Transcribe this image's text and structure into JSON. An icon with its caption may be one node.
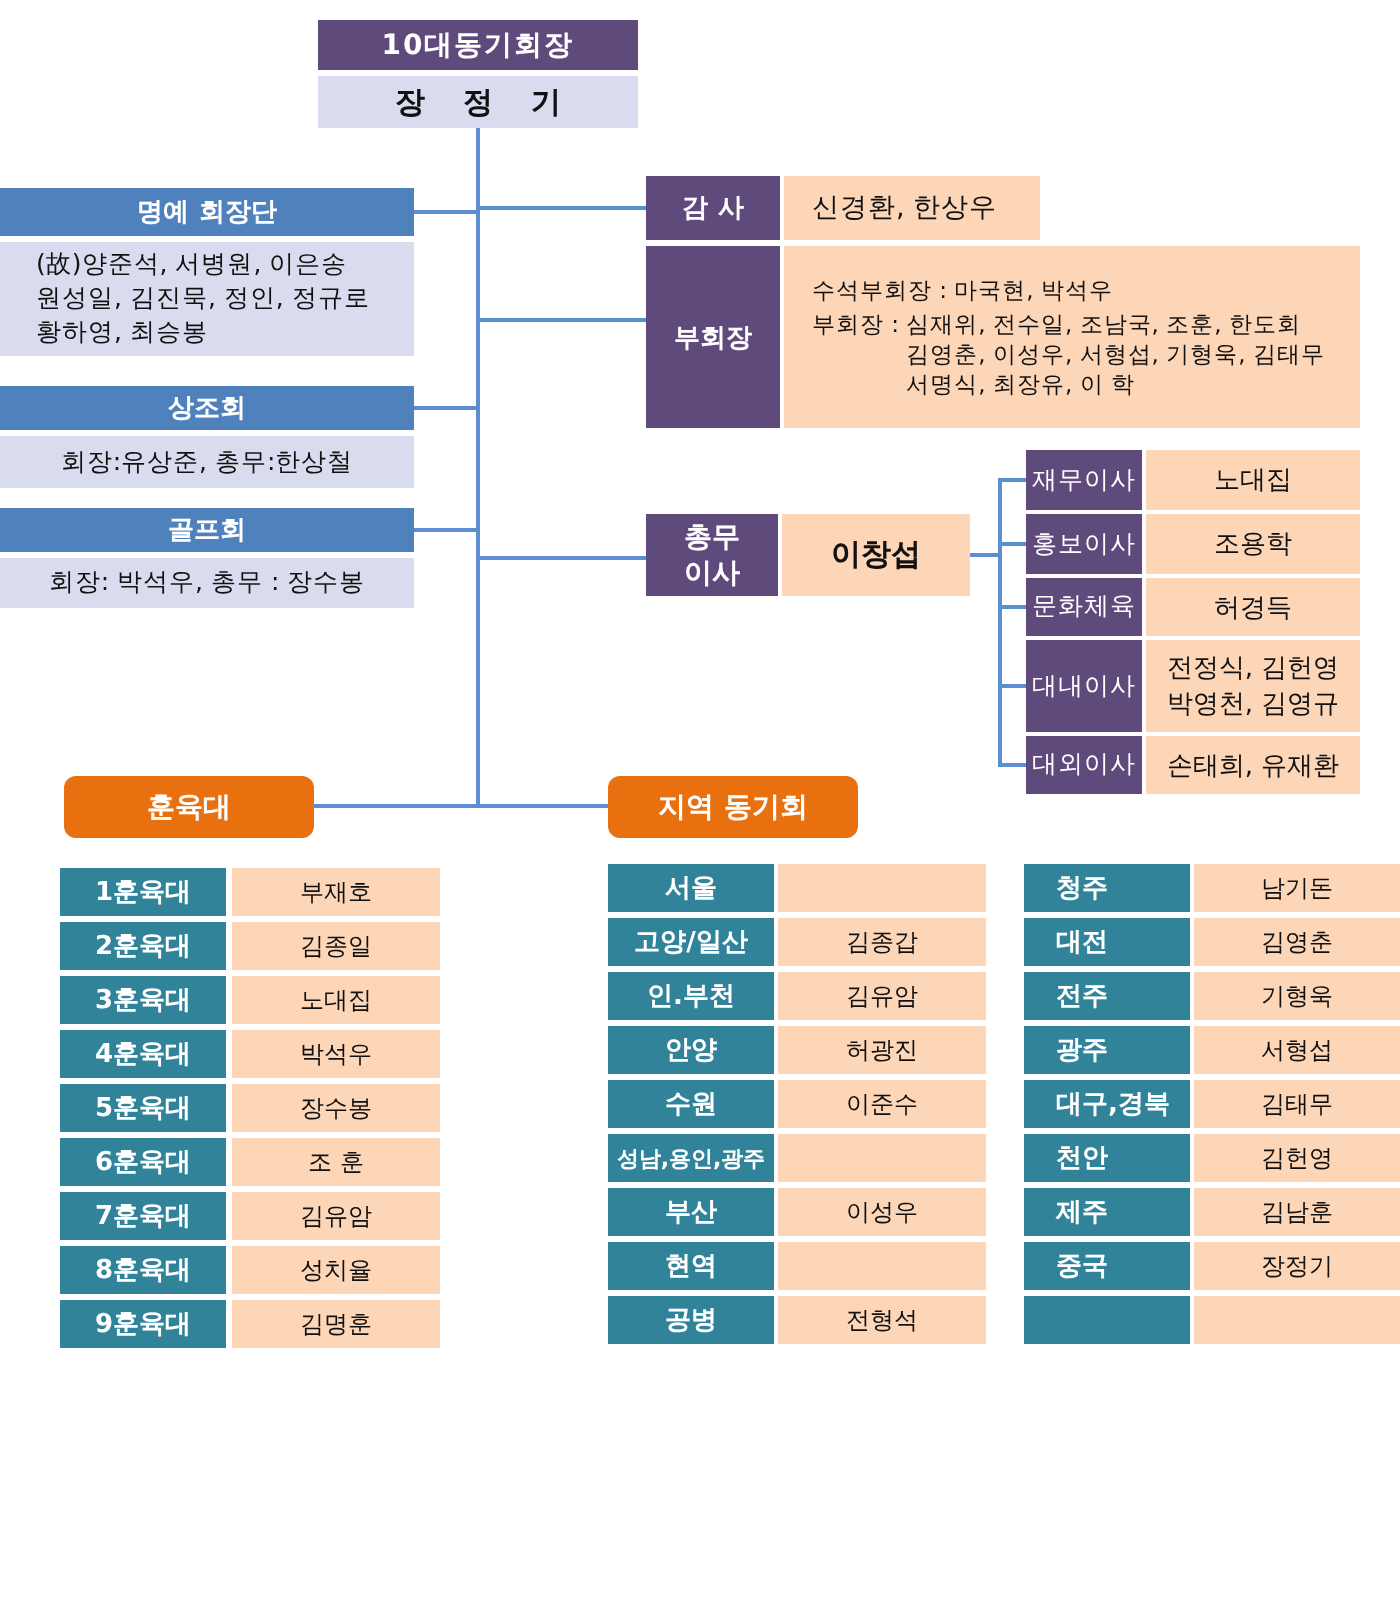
{
  "diagram": {
    "nodes": [
      {
        "text": [
          "10대동기회장",
          "장 정 기"
        ]
      },
      {
        "text": [
          "명예 회장단",
          "(故)양준석, 서병원, 이은송 원성일, 김진묵, 정인, 정규로 황하영, 최승봉"
        ]
      },
      {
        "text": [
          "상조회",
          "회장:유상준, 총무:한상철"
        ]
      },
      {
        "text": [
          "골프회",
          "회장: 박석우, 총무 : 장수봉"
        ]
      },
      {
        "text": [
          "감 사",
          "신경환, 한상우"
        ]
      },
      {
        "text": [
          "부회장",
          "수석부회장 : 마국현, 박석우",
          "부회장 : 심재위, 전수일, 조남국, 조훈, 한도회 김영춘, 이성우, 서형섭, 기형욱, 김태무 서명식, 최장유, 이 학"
        ]
      },
      {
        "text": [
          "총무 이사",
          "이창섭"
        ]
      },
      {
        "text": [
          "재무이사",
          "노대집"
        ]
      },
      {
        "text": [
          "홍보이사",
          "조용학"
        ]
      },
      {
        "text": [
          "문화체육",
          "허경득"
        ]
      },
      {
        "text": [
          "대내이사",
          "전정식, 김헌영 박영천, 김영규"
        ]
      },
      {
        "text": [
          "대외이사",
          "손태희, 유재환"
        ]
      },
      {
        "text": [
          "훈육대"
        ]
      },
      {
        "text": [
          "지역 동기회"
        ]
      },
      {
        "text": [
          "1훈육대",
          "부재호"
        ]
      },
      {
        "text": [
          "2훈육대",
          "김종일"
        ]
      },
      {
        "text": [
          "3훈육대",
          "노대집"
        ]
      },
      {
        "text": [
          "4훈육대",
          "박석우"
        ]
      },
      {
        "text": [
          "5훈육대",
          "장수봉"
        ]
      },
      {
        "text": [
          "6훈육대",
          "조 훈"
        ]
      },
      {
        "text": [
          "7훈육대",
          "김유암"
        ]
      },
      {
        "text": [
          "8훈육대",
          "성치율"
        ]
      },
      {
        "text": [
          "9훈육대",
          "김명훈"
        ]
      },
      {
        "text": [
          "서울"
        ]
      },
      {
        "text": [
          "고양/일산",
          "김종갑"
        ]
      },
      {
        "text": [
          "인.부천",
          "김유암"
        ]
      },
      {
        "text": [
          "안양",
          "허광진"
        ]
      },
      {
        "text": [
          "수원",
          "이준수"
        ]
      },
      {
        "text": [
          "성남,용인,광주"
        ]
      },
      {
        "text": [
          "부산",
          "이성우"
        ]
      },
      {
        "text": [
          "현역"
        ]
      },
      {
        "text": [
          "공병",
          "전형석"
        ]
      },
      {
        "text": [
          "청주",
          "남기돈"
        ]
      },
      {
        "text": [
          "대전",
          "김영춘"
        ]
      },
      {
        "text": [
          "전주",
          "기형욱"
        ]
      },
      {
        "text": [
          "광주",
          "서형섭"
        ]
      },
      {
        "text": [
          "대구,경북",
          "김태무"
        ]
      },
      {
        "text": [
          "천안",
          "김헌영"
        ]
      },
      {
        "text": [
          "제주",
          "김남훈"
        ]
      },
      {
        "text": [
          "중국",
          "장정기"
        ]
      },
      {
        "text": [],
        "shape": "box"
      }
    ],
    "edges": [
      {
        "from": 0,
        "to": 1,
        "arrow": "none"
      },
      {
        "from": 0,
        "to": 2,
        "arrow": "none"
      },
      {
        "from": 0,
        "to": 3,
        "arrow": "none"
      },
      {
        "from": 0,
        "to": 4,
        "arrow": "none"
      },
      {
        "from": 0,
        "to": 5,
        "arrow": "none"
      },
      {
        "from": 0,
        "to": 6,
        "arrow": "none"
      },
      {
        "from": 0,
        "to": 12,
        "arrow": "none"
      },
      {
        "from": 0,
        "to": 13,
        "arrow": "none"
      },
      {
        "from": 6,
        "to": 7,
        "arrow": "none"
      },
      {
        "from": 6,
        "to": 8,
        "arrow": "none"
      },
      {
        "from": 6,
        "to": 9,
        "arrow": "none"
      },
      {
        "from": 6,
        "to": 10,
        "arrow": "none"
      },
      {
        "from": 6,
        "to": 11,
        "arrow": "none"
      }
    ]
  }
}
